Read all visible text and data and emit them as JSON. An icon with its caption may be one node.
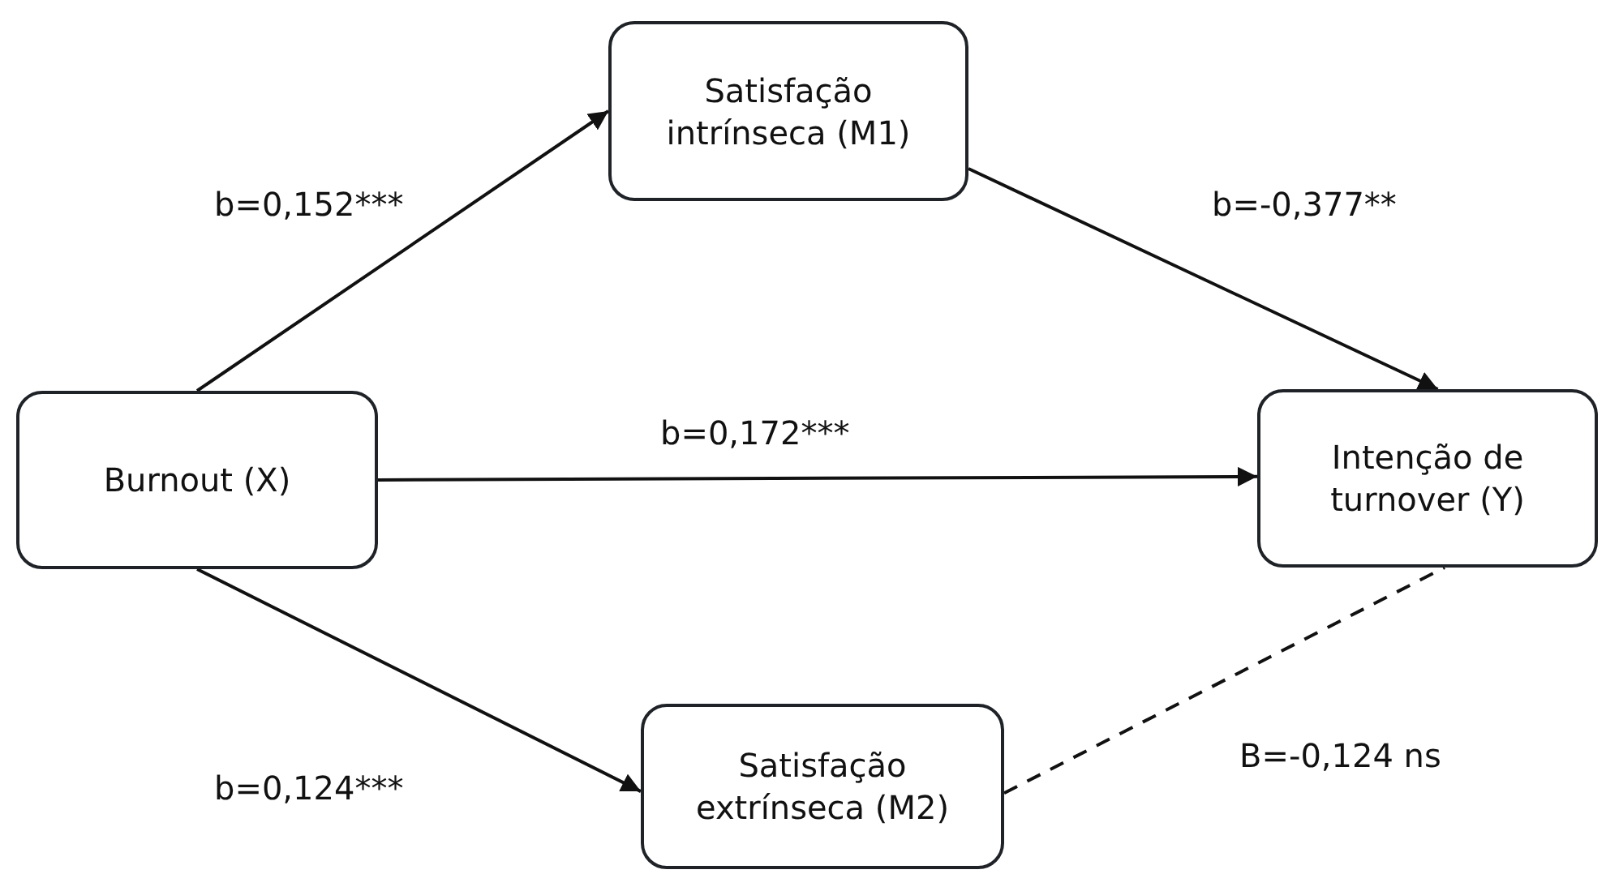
{
  "diagram": {
    "nodes": [
      {
        "text": [
          "Burnout (X)"
        ]
      },
      {
        "text": [
          "Satisfação intrínseca (M1)"
        ]
      },
      {
        "text": [
          "Intenção de turnover (Y)"
        ]
      },
      {
        "text": [
          "Satisfação extrínseca (M2)"
        ]
      }
    ],
    "edges": [
      {
        "from": 0,
        "to": 1,
        "arrow": "to",
        "label": "b=0,152***"
      },
      {
        "from": 1,
        "to": 2,
        "arrow": "to",
        "label": "b=-0,377**"
      },
      {
        "from": 0,
        "to": 2,
        "arrow": "to",
        "label": "b=0,172***"
      },
      {
        "from": 0,
        "to": 3,
        "arrow": "to",
        "label": "b=0,124***"
      },
      {
        "from": 3,
        "to": 2,
        "arrow": "none",
        "style": "dashed",
        "label": "B=-0,124 ns"
      }
    ]
  }
}
